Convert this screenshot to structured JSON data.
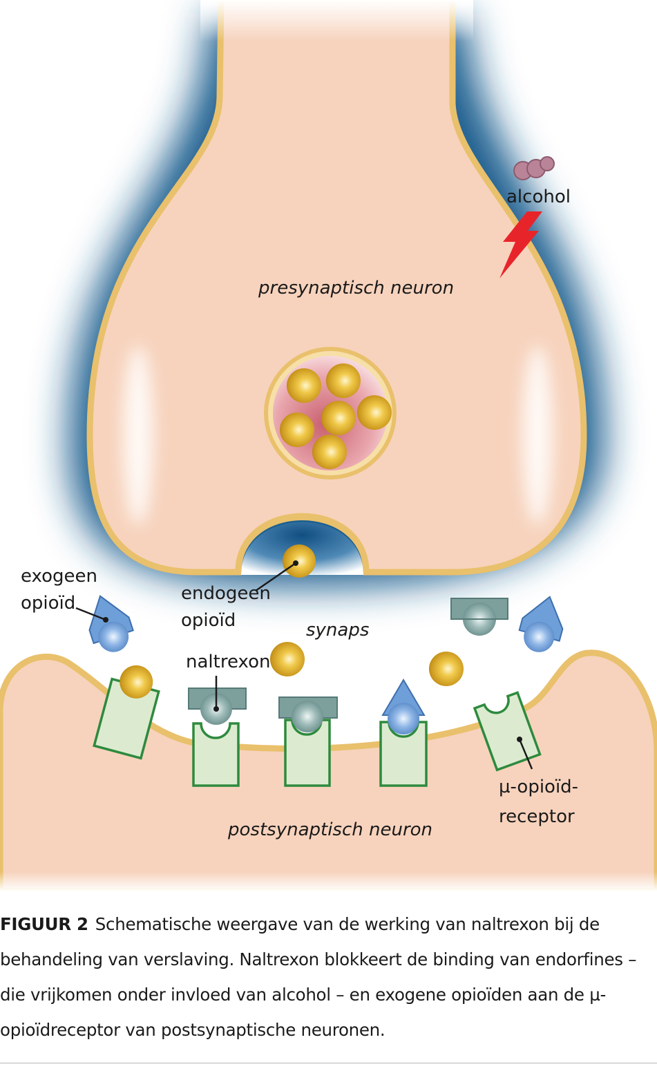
{
  "labels": {
    "alcohol": "alcohol",
    "presynaptic": "presynaptisch neuron",
    "exogenous_line1": "exogeen",
    "exogenous_line2": "opioïd",
    "endogenous_line1": "endogeen",
    "endogenous_line2": "opioïd",
    "synapse": "synaps",
    "naltrexone": "naltrexon",
    "receptor_line1": "µ-opioïd-",
    "receptor_line2": "receptor",
    "postsynaptic": "postsynaptisch neuron"
  },
  "caption": {
    "figure_label": "FIGUUR 2",
    "text": "Schematische weergave van de werking van naltrexon bij de behandeling van verslaving. Naltrexon blokkeert de binding van endorfines – die vrijkomen onder invloed van alcohol – en exogene opioïden aan de µ-opioïdreceptor van postsynaptische neuronen."
  },
  "colors": {
    "neuron_fill": "#f7d3bd",
    "membrane": "#e9c06c",
    "halo": "#1f5f8f",
    "receptor_fill": "#dcebd0",
    "receptor_stroke": "#2e8a3e",
    "endogenous_ball": "#d9a520",
    "exogenous_opioid": "#6f9fd8",
    "naltrexone": "#7ea09d",
    "alcohol_molecule": "#b98497",
    "lightning": "#e8242b"
  },
  "icons": {
    "alcohol": "alcohol-molecule-icon",
    "lightning": "lightning-bolt-icon"
  }
}
